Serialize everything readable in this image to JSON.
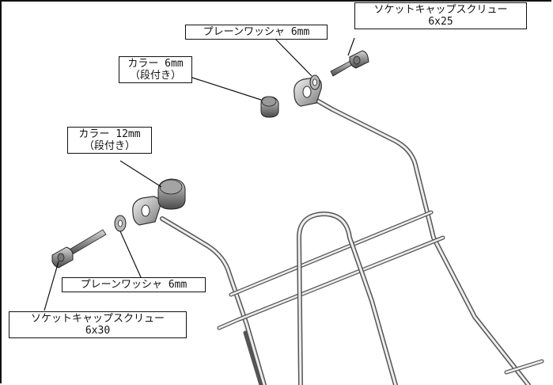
{
  "labels": {
    "screw_top": {
      "line1": "ソケットキャップスクリュー",
      "line2": "6x25"
    },
    "washer_top": {
      "line1": "プレーンワッシャ 6mm"
    },
    "collar_6": {
      "line1": "カラー 6mm",
      "line2": "（段付き）"
    },
    "collar_12": {
      "line1": "カラー 12mm",
      "line2": "（段付き）"
    },
    "washer_bottom": {
      "line1": "プレーンワッシャ 6mm"
    },
    "screw_bottom": {
      "line1": "ソケットキャップスクリュー",
      "line2": "6x30"
    }
  },
  "colors": {
    "line": "#111111",
    "metal_light": "#e6e6e6",
    "metal_dark": "#6e6e6e",
    "part_fill": "#bdbdbd"
  }
}
